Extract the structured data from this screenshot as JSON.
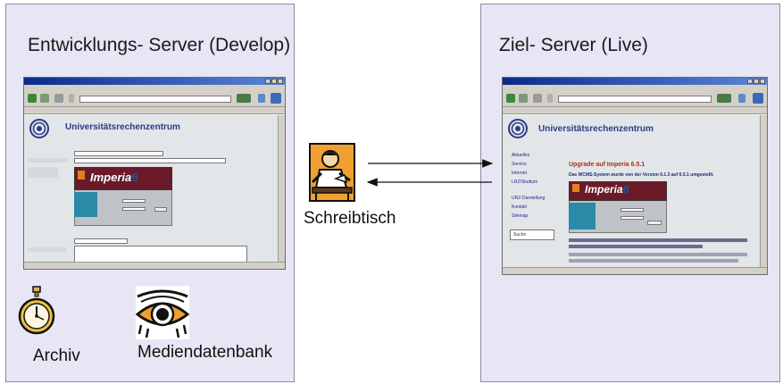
{
  "develop": {
    "title": "Entwicklungs- Server (Develop)",
    "browser": {
      "uni_title": "Universitätsrechenzentrum",
      "imperia_word": "Imperia",
      "imperia_number": "6"
    }
  },
  "live": {
    "title": "Ziel- Server (Live)",
    "browser": {
      "uni_title": "Universitätsrechenzentrum",
      "heading": "Upgrade auf Imperia 6.5.1",
      "subheading": "Das WCMS-System wurde von der Version 6.1.3 auf 6.5.1 umgestellt.",
      "nav_items": [
        "Aktuelles",
        "Service",
        "Internet",
        "LRZ/Studium",
        "URZ-Darstellung",
        "Kontakt",
        "Sitemap"
      ],
      "search_label": "Suche",
      "imperia_word": "Imperia",
      "imperia_number": "6"
    }
  },
  "labels": {
    "schreibtisch": "Schreibtisch",
    "archiv": "Archiv",
    "mediendatenbank": "Mediendatenbank"
  },
  "icons": {
    "schreibtisch": "desk-person-icon",
    "archiv": "stopwatch-icon",
    "mediendatenbank": "eye-icon"
  },
  "colors": {
    "panel_background": "#e6e6f5",
    "panel_border": "#8a8aa8",
    "titlebar_blue": "#0b2a8a",
    "imperia_red": "#6b1a2a",
    "heading_red": "#b03010",
    "icon_orange": "#f0a030"
  }
}
